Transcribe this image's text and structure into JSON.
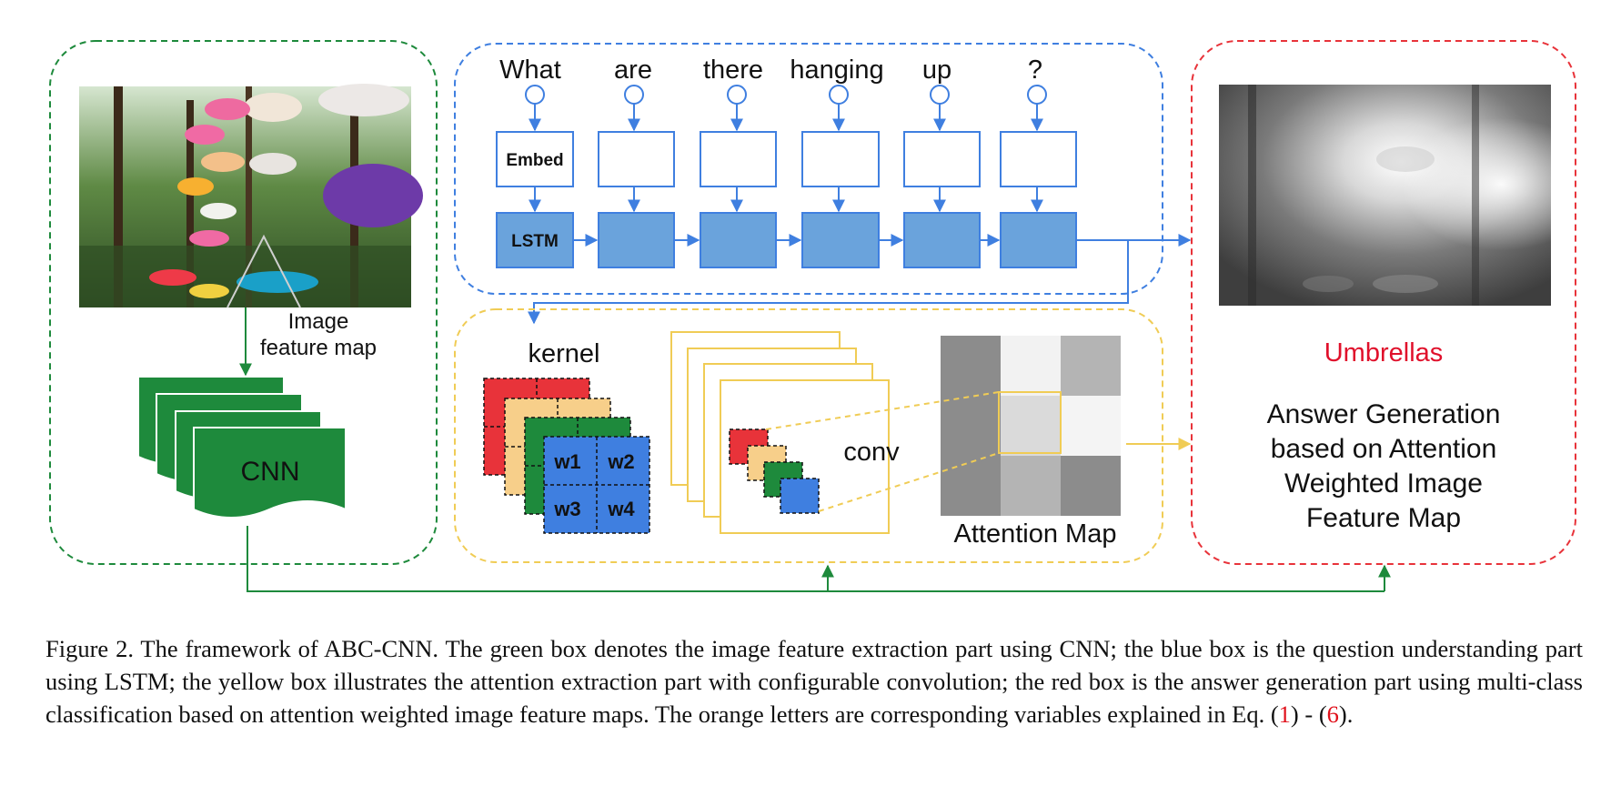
{
  "image_panel": {
    "label_line1": "Image",
    "label_line2": "feature map",
    "cnn_label": "CNN"
  },
  "question": {
    "words": [
      "What",
      "are",
      "there",
      "hanging",
      "up",
      "?"
    ],
    "embed_label": "Embed",
    "lstm_label": "LSTM"
  },
  "attention_panel": {
    "kernel_label": "kernel",
    "weights": [
      "w1",
      "w2",
      "w3",
      "w4"
    ],
    "conv_label": "conv",
    "attention_map_label": "Attention Map",
    "attention_map_shades": [
      [
        "#8c8c8c",
        "#f2f2f2",
        "#b4b4b4"
      ],
      [
        "#8c8c8c",
        "#dadada",
        "#f4f4f4"
      ],
      [
        "#8c8c8c",
        "#b4b4b4",
        "#8c8c8c"
      ]
    ]
  },
  "answer_panel": {
    "answer": "Umbrellas",
    "description_lines": [
      "Answer Generation",
      "based on Attention",
      "Weighted Image",
      "Feature Map"
    ]
  },
  "colors": {
    "green": "#1e8a3c",
    "blue": "#3f7fe0",
    "yellow": "#f0cc55",
    "red": "#e8333a",
    "lstm_fill": "#6aa3dc",
    "answer_red": "#e0102b"
  },
  "caption": {
    "text": "Figure 2. The framework of ABC-CNN. The green box denotes the image feature extraction part using CNN; the blue box is the question understanding part using LSTM; the yellow box illustrates the attention extraction part with configurable convolution; the red box is the answer generation part using multi-class classification based on attention weighted image feature maps. The orange letters are corresponding variables explained in Eq. (",
    "ref1": "1",
    "mid": ") - (",
    "ref2": "6",
    "end": ")."
  }
}
